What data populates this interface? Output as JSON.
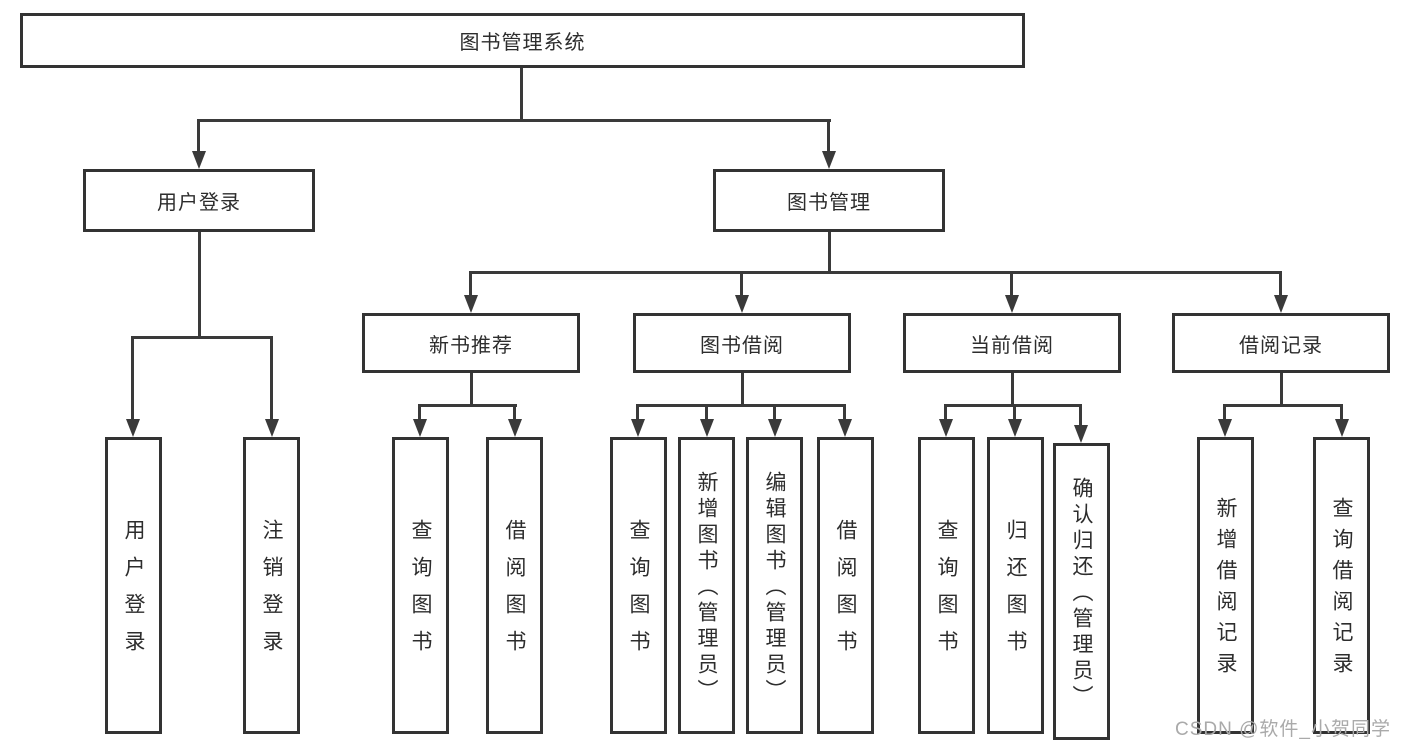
{
  "diagram": {
    "root": {
      "label": "图书管理系统"
    },
    "level2": [
      {
        "label": "用户登录"
      },
      {
        "label": "图书管理"
      }
    ],
    "level3": [
      {
        "label": "新书推荐"
      },
      {
        "label": "图书借阅"
      },
      {
        "label": "当前借阅"
      },
      {
        "label": "借阅记录"
      }
    ],
    "leaves": {
      "user_login": [
        {
          "label": "用户登录"
        },
        {
          "label": "注销登录"
        }
      ],
      "new_book": [
        {
          "label": "查询图书"
        },
        {
          "label": "借阅图书"
        }
      ],
      "book_borrow": [
        {
          "label": "查询图书"
        },
        {
          "label": "新增图书（管理员）"
        },
        {
          "label": "编辑图书（管理员）"
        },
        {
          "label": "借阅图书"
        }
      ],
      "current_borrow": [
        {
          "label": "查询图书"
        },
        {
          "label": "归还图书"
        },
        {
          "label": "确认归还（管理员）"
        }
      ],
      "borrow_record": [
        {
          "label": "新增借阅记录"
        },
        {
          "label": "查询借阅记录"
        }
      ]
    }
  },
  "watermark": {
    "text": "CSDN @软件_小贺同学"
  }
}
